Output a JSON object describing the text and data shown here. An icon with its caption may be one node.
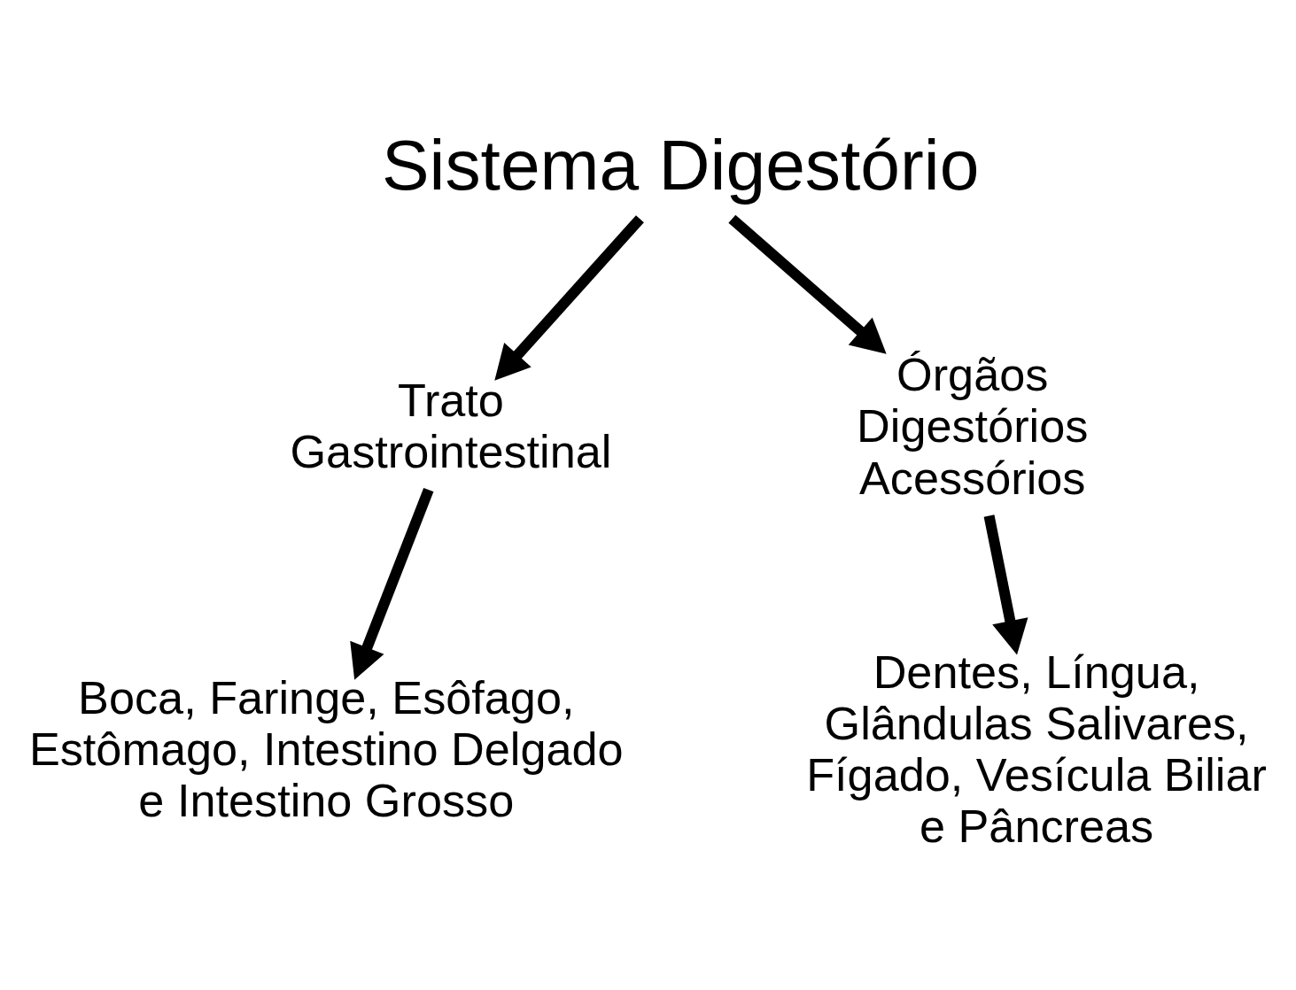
{
  "diagram": {
    "nodes": [
      {
        "text": [
          "Sistema Digestório"
        ]
      },
      {
        "text": [
          "Trato Gastrointestinal"
        ]
      },
      {
        "text": [
          "Órgãos Digestórios Acessórios"
        ]
      },
      {
        "text": [
          "Boca, Faringe, Esôfago, Estômago, Intestino Delgado e Intestino Grosso"
        ]
      },
      {
        "text": [
          "Dentes, Língua, Glândulas Salivares, Fígado, Vesícula Biliar e Pâncreas"
        ]
      }
    ],
    "edges": [
      {
        "from": 0,
        "to": 1,
        "arrow": "to"
      },
      {
        "from": 0,
        "to": 2,
        "arrow": "to"
      },
      {
        "from": 1,
        "to": 3,
        "arrow": "to"
      },
      {
        "from": 2,
        "to": 4,
        "arrow": "to"
      }
    ]
  }
}
